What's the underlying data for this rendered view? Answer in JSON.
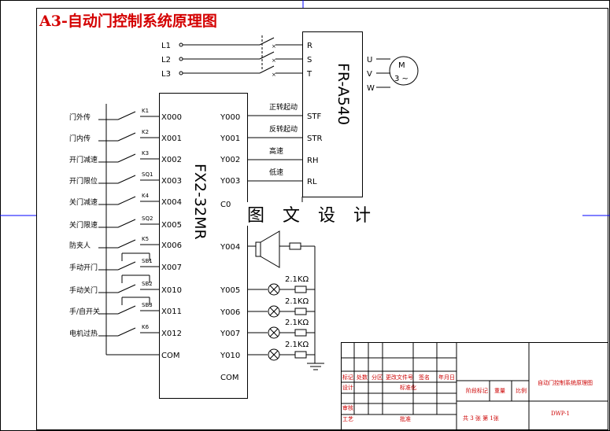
{
  "title": "A3-自动门控制系统原理图",
  "watermark": "图 文 设 计",
  "supply": [
    "L1",
    "L2",
    "L3"
  ],
  "vfd": {
    "model": "FR-A540",
    "in_terms": [
      "R",
      "S",
      "T"
    ],
    "out_terms": [
      "U",
      "V",
      "W"
    ],
    "ctrl_terms": [
      "STF",
      "STR",
      "RH",
      "RL"
    ],
    "ctrl_desc": [
      "正转起动",
      "反转起动",
      "高速",
      "低速"
    ]
  },
  "motor": {
    "label": "M",
    "phase": "3 ~"
  },
  "plc": {
    "model": "FX2-32MR",
    "inputs": [
      "X000",
      "X001",
      "X002",
      "X003",
      "X004",
      "X005",
      "X006",
      "X007",
      "X010",
      "X011",
      "X012",
      "COM"
    ],
    "outputs": [
      "Y000",
      "Y001",
      "Y002",
      "Y003",
      "C0",
      "Y004",
      "Y005",
      "Y006",
      "Y007",
      "Y010",
      "COM"
    ]
  },
  "input_devices": [
    {
      "name": "门外传",
      "tag": "K1"
    },
    {
      "name": "门内传",
      "tag": "K2"
    },
    {
      "name": "开门减速",
      "tag": "K3"
    },
    {
      "name": "开门限位",
      "tag": "SQ1"
    },
    {
      "name": "关门减速",
      "tag": "K4"
    },
    {
      "name": "关门限速",
      "tag": "SQ2"
    },
    {
      "name": "防夹人",
      "tag": "K5"
    },
    {
      "name": "手动开门",
      "tag": "SB1"
    },
    {
      "name": "手动关门",
      "tag": "SB2"
    },
    {
      "name": "手/自开关",
      "tag": "SB3"
    },
    {
      "name": "电机过热",
      "tag": "K6"
    }
  ],
  "resistor_label": "2.1KΩ",
  "title_block": {
    "row1": [
      "标记",
      "处数",
      "分区",
      "更改文件号",
      "签名",
      "年月日"
    ],
    "row2": [
      "设计",
      "",
      "",
      "标准化",
      "",
      ""
    ],
    "row4": [
      "审核"
    ],
    "row5": [
      "工艺",
      "",
      "",
      "批准"
    ],
    "stage": [
      "阶段标记",
      "重量",
      "比例"
    ],
    "sheets": "共 3 张  第 1张",
    "drawing_name": "自动门控制系统原理图",
    "drawing_no": "DWP-1"
  }
}
